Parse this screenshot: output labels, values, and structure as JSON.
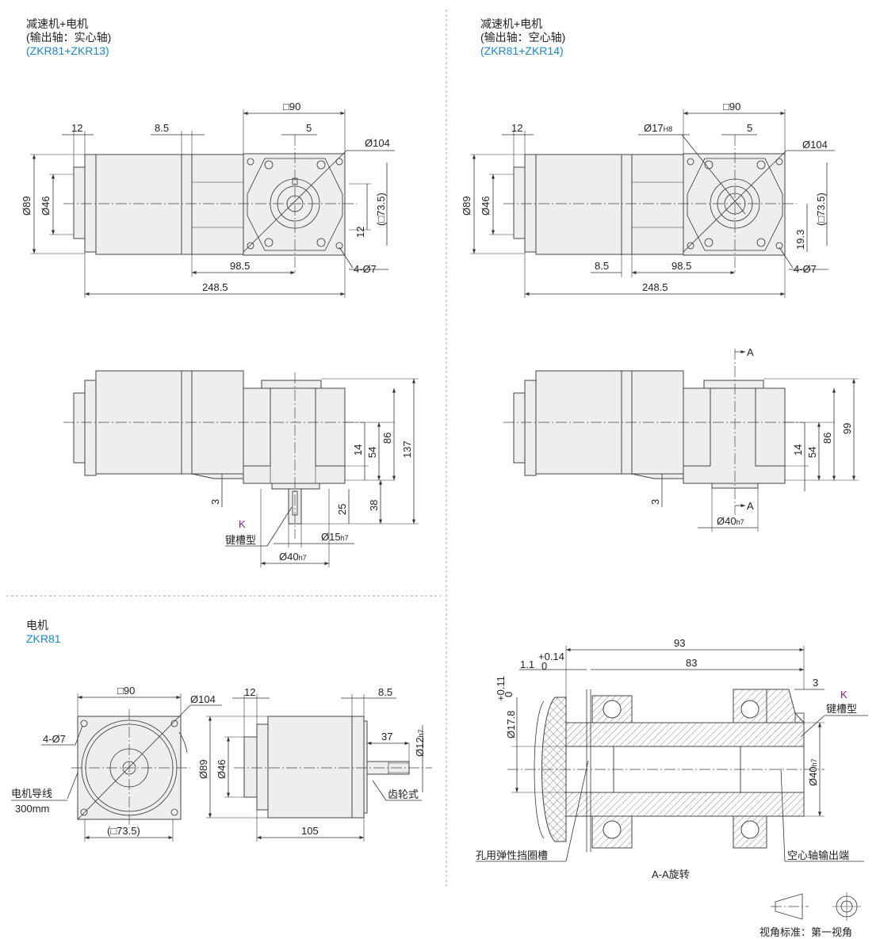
{
  "panels": {
    "solid": {
      "line1": "减速机+电机",
      "line2": "(输出轴：实心轴)",
      "model": "(ZKR81+ZKR13)"
    },
    "hollow": {
      "line1": "减速机+电机",
      "line2": "(输出轴：空心轴)",
      "model": "(ZKR81+ZKR14)"
    },
    "motor": {
      "line1": "电机",
      "model": "ZKR81"
    }
  },
  "dims": {
    "sq90": "□90",
    "d104": "Ø104",
    "d89": "Ø89",
    "d46": "Ø46",
    "d12": "12",
    "d8_5": "8.5",
    "d5": "5",
    "sq73_5": "(□73.5)",
    "d4_7": "4-Ø7",
    "d98_5": "98.5",
    "d248_5": "248.5",
    "d19_3": "19.3",
    "d17h8": "Ø17",
    "h8": "H8",
    "d14": "14",
    "d54": "54",
    "d86": "86",
    "d137": "137",
    "d99": "99",
    "d25": "25",
    "d38": "38",
    "d3": "3",
    "d15": "Ø15",
    "d40": "Ø40",
    "h7": "h7",
    "d105": "105",
    "d37": "37",
    "d12h7": "Ø12",
    "d300": "300mm",
    "d93": "93",
    "d83": "83",
    "d1_1": "1.1",
    "tol_014": "+0.14",
    "tol_0": "0",
    "d17_8": "Ø17.8",
    "tol_011": "+0.11",
    "sect": "A",
    "k": "K"
  },
  "labels": {
    "keyway": "键槽型",
    "lead": "电机导线",
    "gear": "齿轮式",
    "snap": "孔用弹性挡圈槽",
    "hollow_end": "空心轴输出端",
    "rotate": "A-A旋转",
    "view": "视角标准：第一视角"
  }
}
